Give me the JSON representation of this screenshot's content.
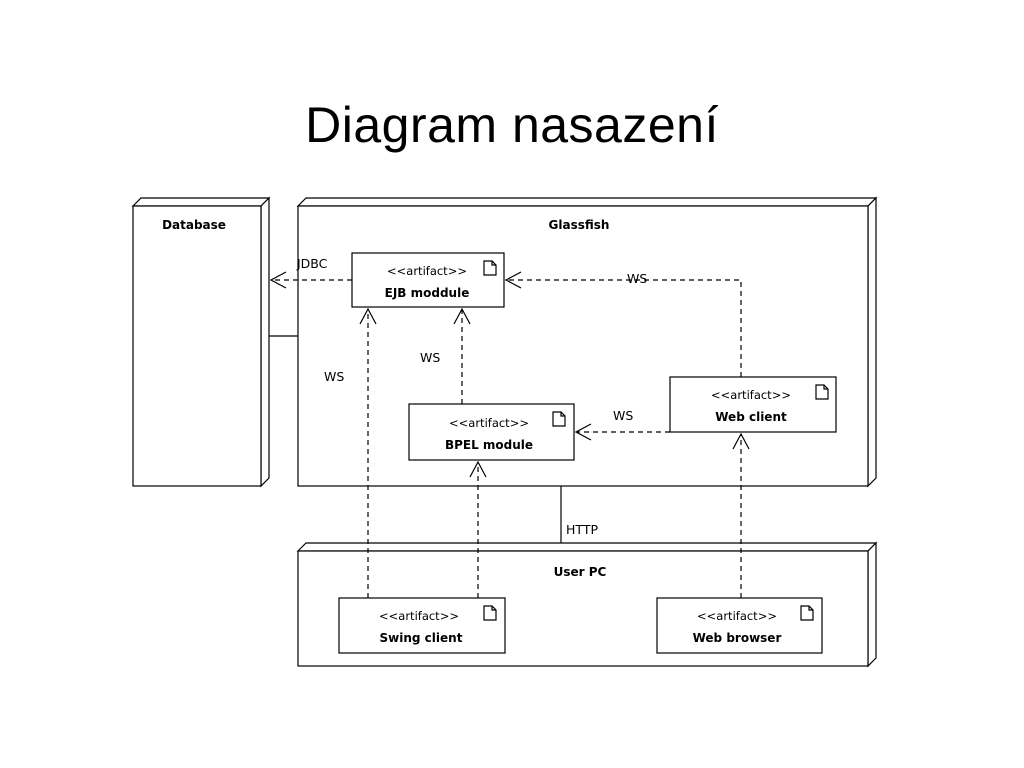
{
  "title": "Diagram nasazení",
  "nodes": {
    "database": "Database",
    "glassfish": "Glassfish",
    "user_pc": "User PC"
  },
  "artifacts": {
    "stereotype": "<<artifact>>",
    "ejb": "EJB moddule",
    "bpel": "BPEL module",
    "web_client": "Web client",
    "swing_client": "Swing client",
    "web_browser": "Web browser"
  },
  "edges": {
    "jdbc": "JDBC",
    "ws_web_to_ejb": "WS",
    "ws_bpel_to_ejb": "WS",
    "ws_swing_to_ejb": "WS",
    "ws_web_to_bpel": "WS",
    "http": "HTTP"
  }
}
